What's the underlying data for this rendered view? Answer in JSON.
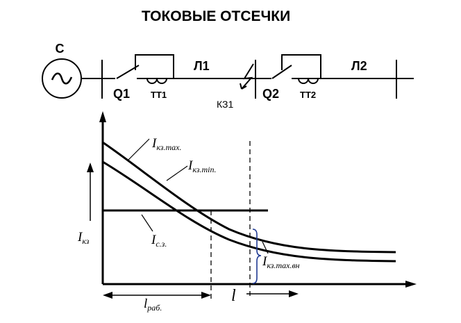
{
  "title": "ТОКОВЫЕ ОТСЕЧКИ",
  "scheme": {
    "source_label": "С",
    "breaker1": "Q1",
    "ct1": "ТТ1",
    "line1": "Л1",
    "fault": "КЗ1",
    "breaker2": "Q2",
    "ct2": "ТТ2",
    "line2": "Л2"
  },
  "graph": {
    "ikz_max": {
      "main": "I",
      "sub": "кз.max."
    },
    "ikz_min": {
      "main": "I",
      "sub": "кз.min."
    },
    "isz": {
      "main": "I",
      "sub": "с.з."
    },
    "ikz_axis": {
      "main": "I",
      "sub": "кз"
    },
    "ikz_max_vn": {
      "main": "I",
      "sub": "кз.max.вн"
    },
    "l_axis": {
      "main": "l"
    },
    "l_rab": {
      "main": "l",
      "sub": "раб."
    }
  },
  "colors": {
    "line": "#000000",
    "brace": "#1f3a93",
    "background": "#ffffff"
  }
}
